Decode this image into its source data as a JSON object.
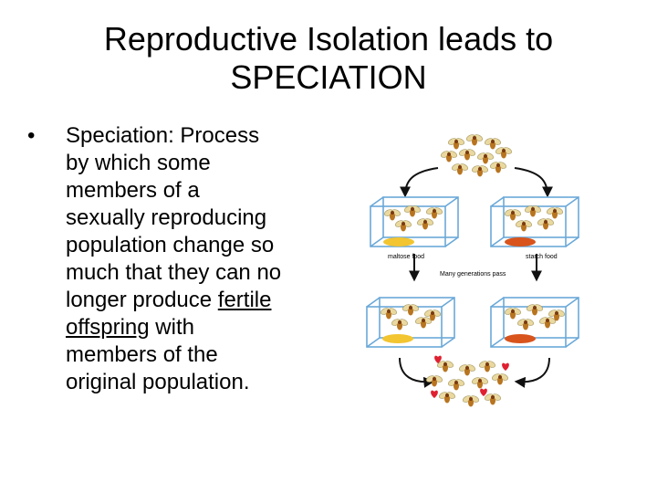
{
  "slide": {
    "title_line1": "Reproductive Isolation leads to",
    "title_line2": "SPECIATION",
    "bullet_mark": "•",
    "bullet_lines": [
      "Speciation:  Process",
      "by which some",
      "members of a",
      "sexually reproducing",
      "population change so",
      "much that they can no"
    ],
    "bullet_line7_a": "longer produce ",
    "bullet_line7_u": "fertile",
    "bullet_line8_u": "offspring",
    "bullet_line8_b": " with",
    "bullet_lines_tail": [
      "members of the",
      "original population."
    ]
  },
  "figure": {
    "label_left": "maltose food",
    "label_right": "starch food",
    "label_middle": "Many generations pass",
    "colors": {
      "fly_body": "#b8741f",
      "fly_wing": "#e9d9a0",
      "maltose": "#f2c531",
      "starch": "#d8541c",
      "cage": "#6aa8d8",
      "heart": "#e02030",
      "arrow": "#111111"
    }
  }
}
